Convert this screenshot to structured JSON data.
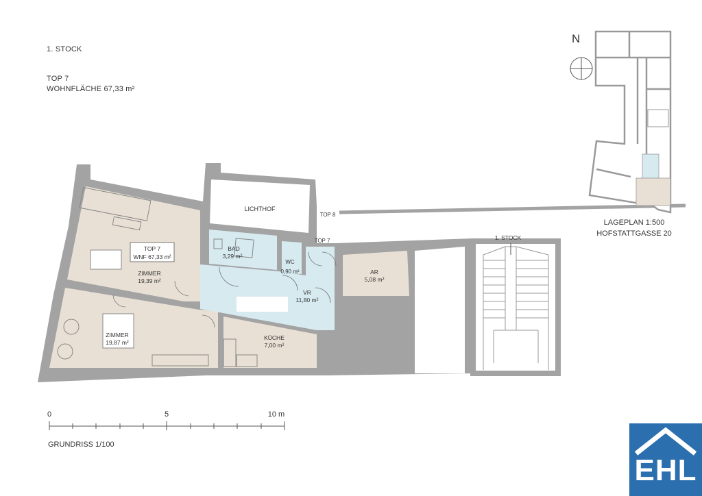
{
  "header": {
    "floor": "1. STOCK",
    "unit": "TOP  7",
    "living_area": "WOHNFLÄCHE 67,33 m²"
  },
  "plan": {
    "unit_label": "TOP 7",
    "unit_wnf": "WNF 67,33 m²",
    "lichthof": "LICHTHOF",
    "top8": "TOP 8",
    "top7_entry": "TOP 7",
    "stair_label": "1. STOCK",
    "rooms": [
      {
        "name": "ZIMMER",
        "area": "19,39 m²"
      },
      {
        "name": "ZIMMER",
        "area": "19,87 m²"
      },
      {
        "name": "BAD",
        "area": "3,29 m²"
      },
      {
        "name": "WC",
        "area": "0,90 m²"
      },
      {
        "name": "VR",
        "area": "11,80 m²"
      },
      {
        "name": "KÜCHE",
        "area": "7,00 m²"
      },
      {
        "name": "AR",
        "area": "5,08 m²"
      }
    ],
    "colors": {
      "wall": "#a3a3a3",
      "living": "#e9e0d5",
      "wet": "#d6eaf0"
    }
  },
  "site_plan": {
    "north": "N",
    "title": "LAGEPLAN 1:500",
    "address": "HOFSTATTGASSE 20"
  },
  "scale_bar": {
    "ticks": [
      "0",
      "5",
      "10 m"
    ],
    "caption": "GRUNDRISS 1/100"
  },
  "logo": {
    "text": "EHL",
    "color": "#2c6fae"
  }
}
